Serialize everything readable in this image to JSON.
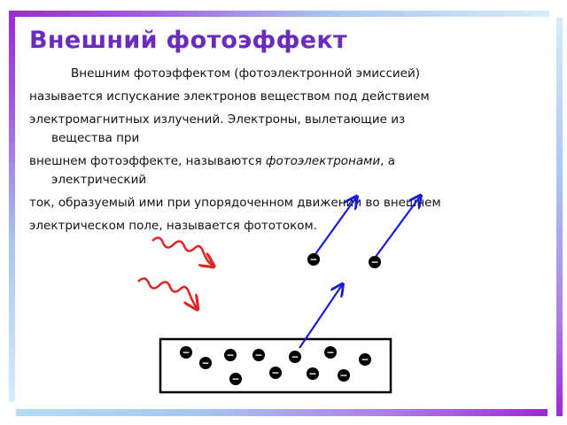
{
  "title": "Внешний фотоэффект",
  "paragraph": {
    "line1": "Внешним фотоэффектом (фотоэлектронной эмиссией)",
    "line2": "называется испускание электронов веществом под действием",
    "line3": "электромагнитных излучений. Электроны, вылетающие из",
    "line4": "вещества при",
    "line5a": "внешнем фотоэффекте, называются ",
    "line5_italic": "фотоэлектронами",
    "line5b": ", а",
    "line6": "электрический",
    "line7": "ток, образуемый ими при упорядоченном движении во внешнем",
    "line8": "электрическом поле, называется фототоком."
  },
  "figure": {
    "electron_symbol": "−",
    "colors": {
      "light_wave": "#e02424",
      "electron_path": "#1a1adf",
      "electron": "#000000",
      "frame_top": "#9b2ad6",
      "frame_light": "#a8c8f2"
    }
  }
}
